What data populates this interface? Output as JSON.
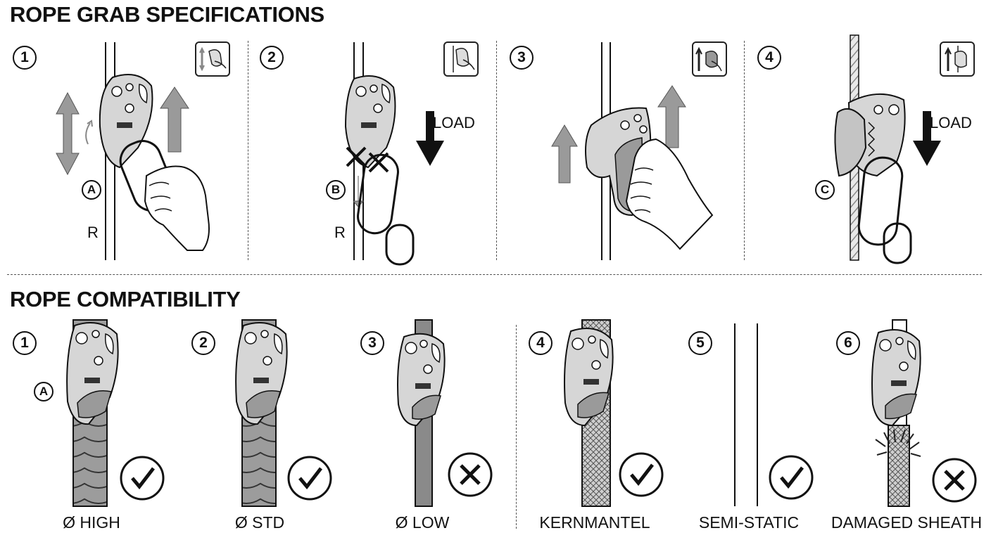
{
  "titles": {
    "specifications": "ROPE GRAB SPECIFICATIONS",
    "compatibility": "ROPE COMPATIBILITY"
  },
  "specifications": {
    "steps": [
      {
        "number": "1",
        "callout": "A",
        "rope_label": "R",
        "icon": "hand-open-device-icon"
      },
      {
        "number": "2",
        "callout": "B",
        "rope_label": "R",
        "load_label": "LOAD",
        "icon": "hand-insert-rope-icon"
      },
      {
        "number": "3",
        "icon": "hand-close-device-icon"
      },
      {
        "number": "4",
        "callout": "C",
        "load_label": "LOAD",
        "icon": "hand-lift-icon"
      }
    ]
  },
  "compatibility": {
    "items": [
      {
        "number": "1",
        "callout": "A",
        "label": "Ø HIGH",
        "result": "ok"
      },
      {
        "number": "2",
        "label": "Ø STD",
        "result": "ok"
      },
      {
        "number": "3",
        "label": "Ø LOW",
        "result": "not-ok"
      },
      {
        "number": "4",
        "label": "KERNMANTEL",
        "result": "ok"
      },
      {
        "number": "5",
        "label": "SEMI-STATIC",
        "result": "ok"
      },
      {
        "number": "6",
        "label": "DAMAGED SHEATH",
        "result": "not-ok"
      }
    ]
  },
  "colors": {
    "line": "#111111",
    "device_fill": "#d6d6d6",
    "arrow_gray": "#9a9a9a",
    "rope_dark": "#8a8a8a"
  }
}
